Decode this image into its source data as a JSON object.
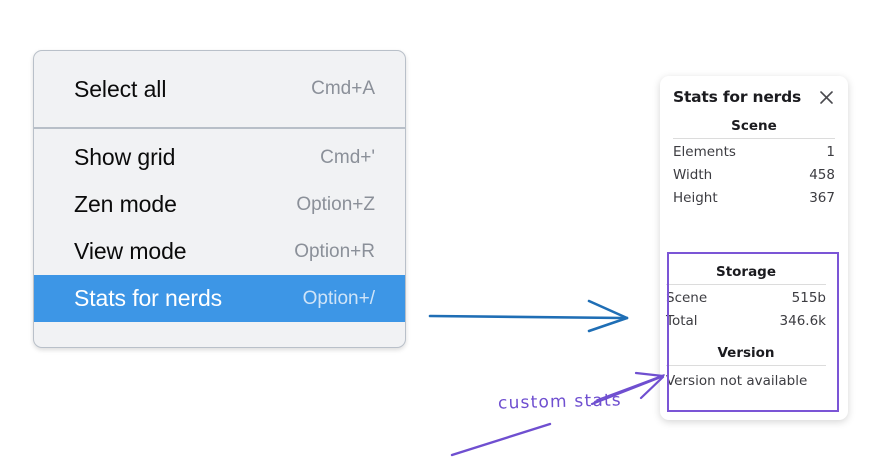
{
  "context_menu": {
    "groups": [
      {
        "items": [
          {
            "label": "Select all",
            "shortcut": "Cmd+A",
            "selected": false
          }
        ]
      },
      {
        "items": [
          {
            "label": "Show grid",
            "shortcut": "Cmd+'",
            "selected": false
          },
          {
            "label": "Zen mode",
            "shortcut": "Option+Z",
            "selected": false
          },
          {
            "label": "View mode",
            "shortcut": "Option+R",
            "selected": false
          },
          {
            "label": "Stats for nerds",
            "shortcut": "Option+/",
            "selected": true
          }
        ]
      }
    ],
    "highlight_color": "#3d96e6"
  },
  "stats_panel": {
    "title": "Stats for nerds",
    "close_icon": "close-icon",
    "sections": [
      {
        "heading": "Scene",
        "rows": [
          {
            "key": "Elements",
            "value": "1"
          },
          {
            "key": "Width",
            "value": "458"
          },
          {
            "key": "Height",
            "value": "367"
          }
        ]
      },
      {
        "heading": "Storage",
        "rows": [
          {
            "key": "Scene",
            "value": "515b"
          },
          {
            "key": "Total",
            "value": "346.6k"
          }
        ]
      },
      {
        "heading": "Version",
        "note": "Version not available"
      }
    ],
    "highlight_color": "#7b55d6"
  },
  "annotations": {
    "hand_label": "custom stats",
    "hand_color": "#6f4fd0",
    "arrow_color": "#1f6eb5"
  }
}
